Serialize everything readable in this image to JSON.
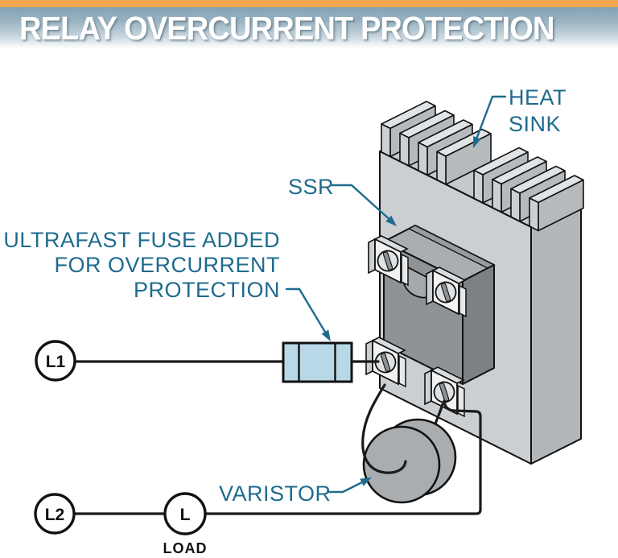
{
  "header": {
    "title": "RELAY OVERCURRENT PROTECTION"
  },
  "labels": {
    "heat_sink_line1": "HEAT",
    "heat_sink_line2": "SINK",
    "ssr": "SSR",
    "fuse_note_line1": "ULTRAFAST FUSE ADDED",
    "fuse_note_line2": "FOR OVERCURRENT",
    "fuse_note_line3": "PROTECTION",
    "varistor": "VARISTOR",
    "load_caption": "LOAD"
  },
  "terminals": {
    "l1": "L1",
    "l2": "L2",
    "load": "L"
  },
  "colors": {
    "accent_teal": "#1e6b8e",
    "top_bar_orange": "#f2a64f",
    "title_band_blue": "#83a2b5",
    "fuse_body_blue": "#b9d8e7",
    "heat_sink_gray": "#cbcfd2",
    "heat_sink_side_gray": "#b3b7ba",
    "ssr_front_gray": "#8f9396",
    "ssr_side_gray": "#7d8184",
    "varistor_gray": "#a9adb0",
    "wire_black": "#1a1a1a"
  }
}
